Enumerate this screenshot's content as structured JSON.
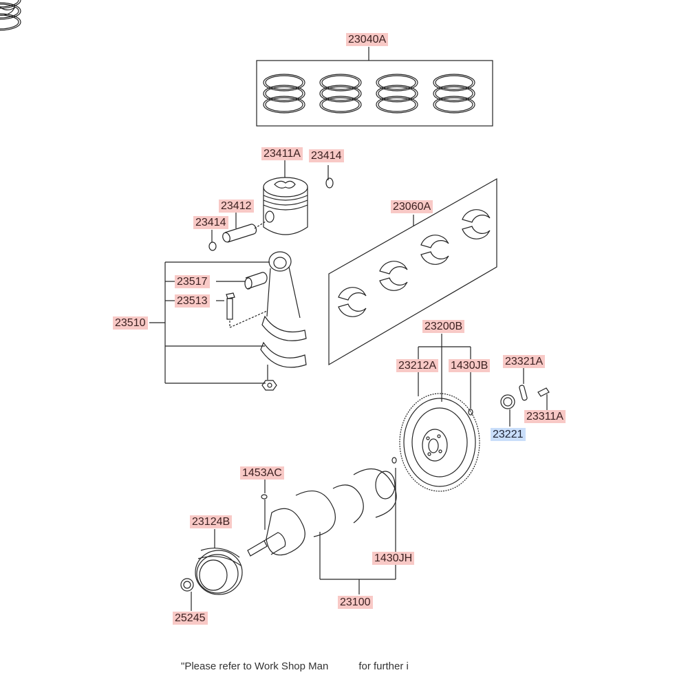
{
  "diagram": {
    "parts": [
      {
        "id": "23040A",
        "name": "piston-ring-set"
      },
      {
        "id": "23411A",
        "name": "piston"
      },
      {
        "id": "23414",
        "name": "snap-ring-upper"
      },
      {
        "id": "23412",
        "name": "piston-pin"
      },
      {
        "id": "23414",
        "name": "snap-ring-lower"
      },
      {
        "id": "23060A",
        "name": "main-bearing-set"
      },
      {
        "id": "23517",
        "name": "small-end-bushing"
      },
      {
        "id": "23513",
        "name": "connecting-rod-bolt"
      },
      {
        "id": "23510",
        "name": "connecting-rod-assembly"
      },
      {
        "id": "23200B",
        "name": "flywheel-assembly"
      },
      {
        "id": "23212A",
        "name": "ring-gear"
      },
      {
        "id": "1430JB",
        "name": "flywheel-dowel-pin"
      },
      {
        "id": "23321A",
        "name": "flywheel-bolt"
      },
      {
        "id": "23311A",
        "name": "flywheel-bolt-small"
      },
      {
        "id": "23221",
        "name": "pilot-bearing",
        "highlight": "blue"
      },
      {
        "id": "1453AC",
        "name": "woodruff-key"
      },
      {
        "id": "23124B",
        "name": "crankshaft-pulley"
      },
      {
        "id": "1430JH",
        "name": "crankshaft-dowel-pin"
      },
      {
        "id": "23100",
        "name": "crankshaft"
      },
      {
        "id": "25245",
        "name": "pulley-bolt"
      }
    ]
  },
  "footer": {
    "text_a": "\"Please refer to Work Shop Man",
    "text_b": "for further i"
  },
  "colors": {
    "label_bg": "#f8c9c6",
    "label_highlight_bg": "#c9defa",
    "line": "#222222"
  }
}
